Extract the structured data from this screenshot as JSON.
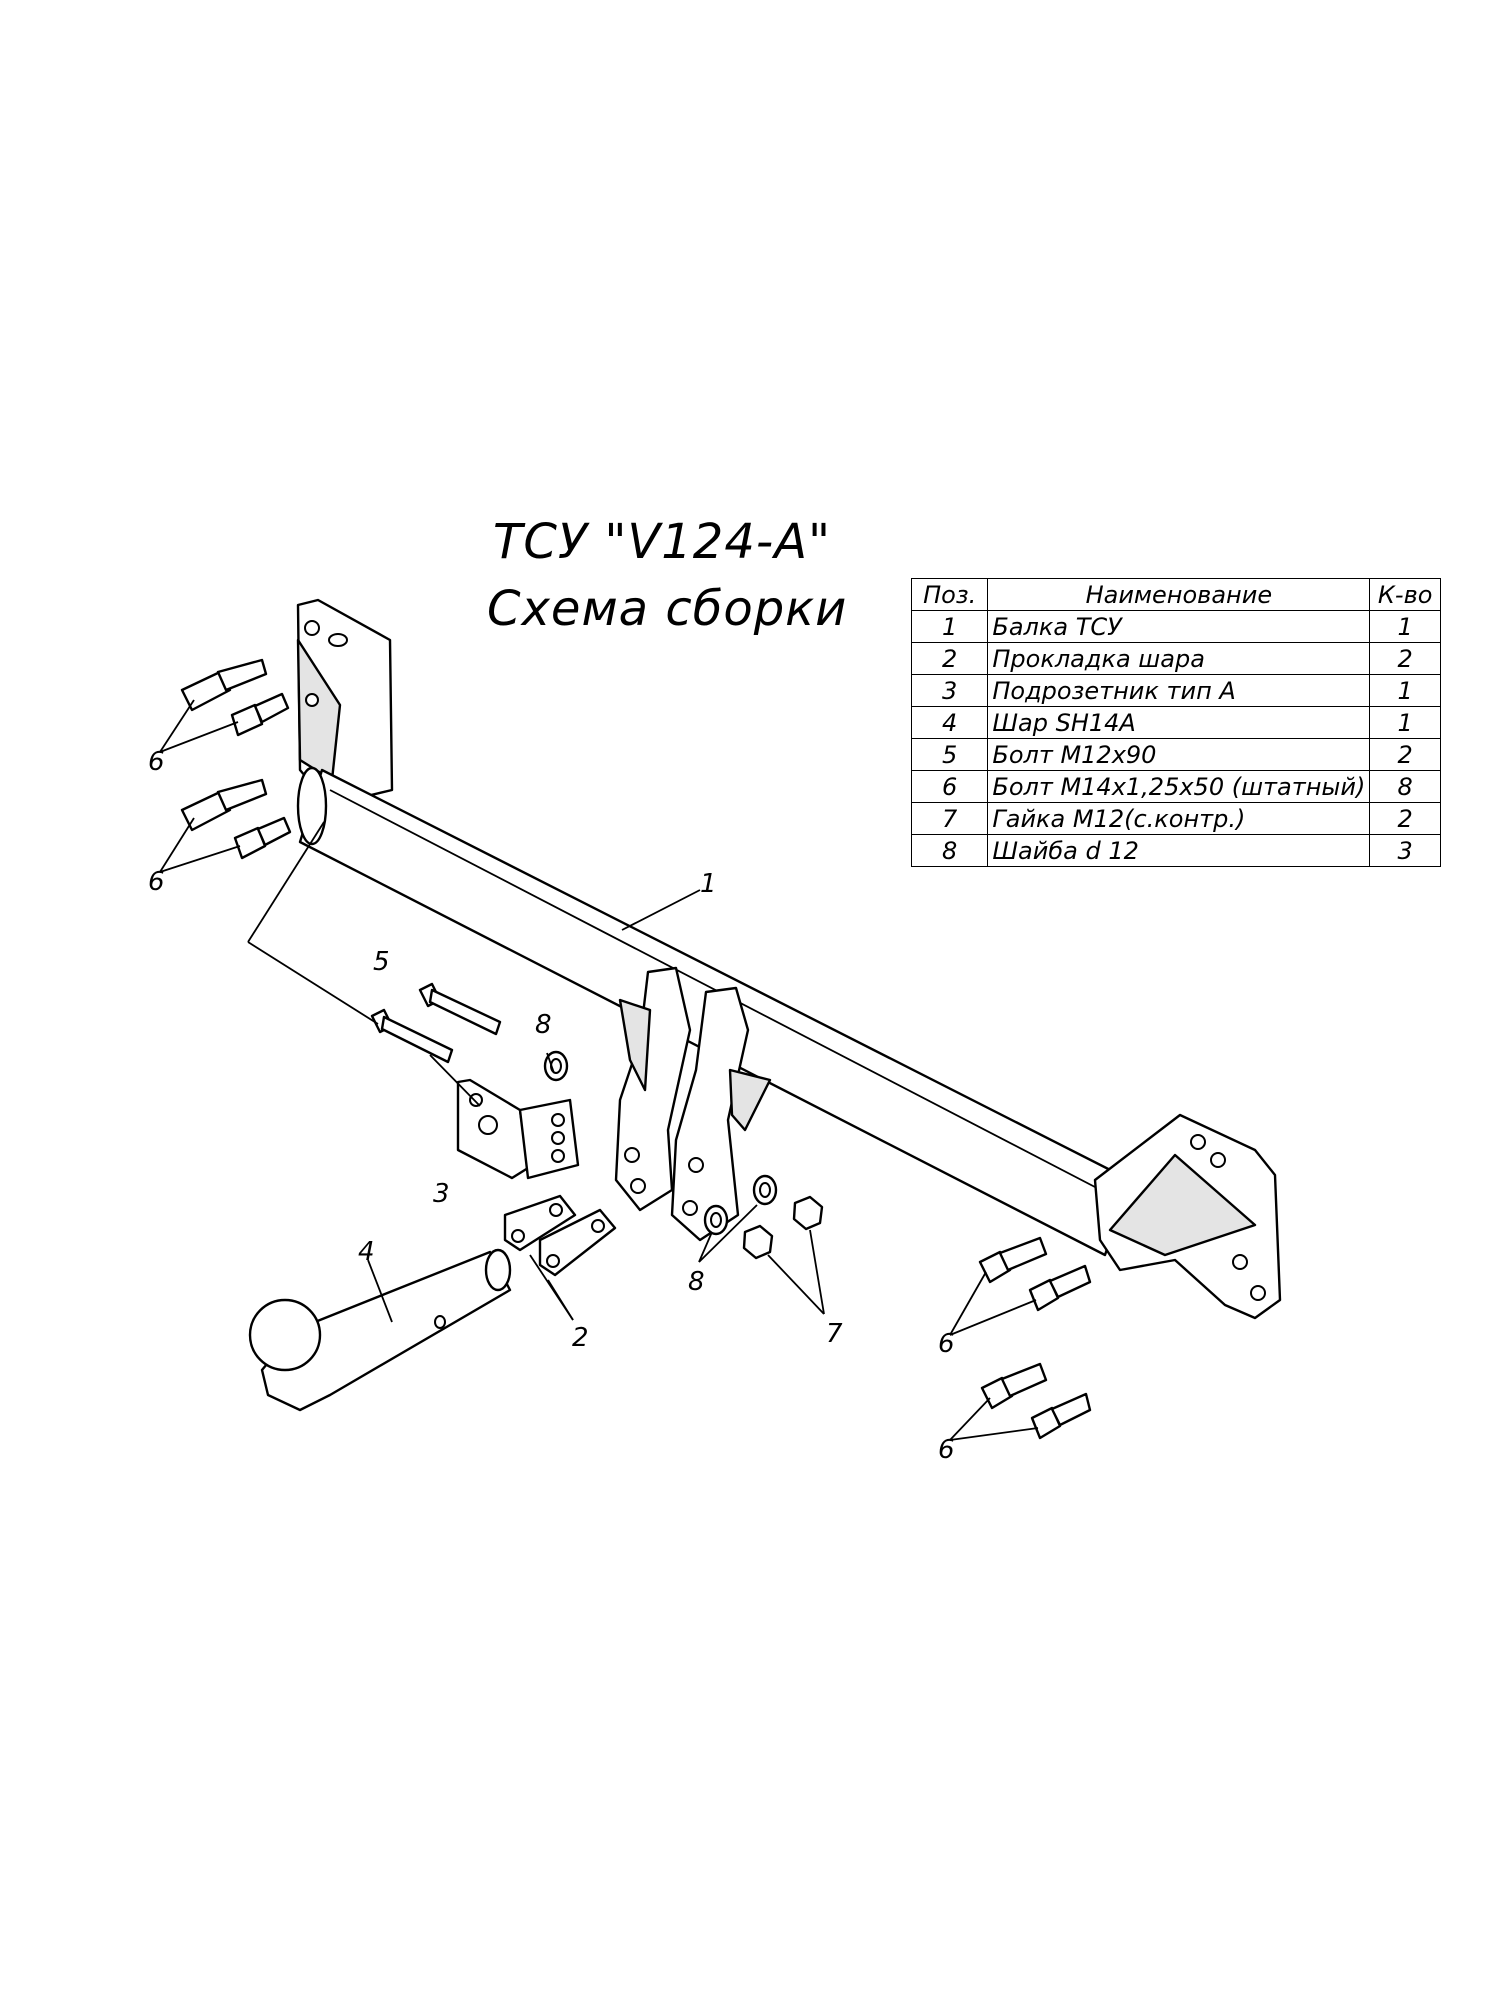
{
  "title": {
    "line1": "ТСУ \"V124-A\"",
    "line2": "Схема сборки"
  },
  "table": {
    "headers": {
      "pos": "Поз.",
      "name": "Наименование",
      "qty": "К-во"
    },
    "rows": [
      {
        "pos": "1",
        "name": "Балка ТСУ",
        "qty": "1"
      },
      {
        "pos": "2",
        "name": "Прокладка шара",
        "qty": "2"
      },
      {
        "pos": "3",
        "name": "Подрозетник тип А",
        "qty": "1"
      },
      {
        "pos": "4",
        "name": "Шар SH14A",
        "qty": "1"
      },
      {
        "pos": "5",
        "name": "Болт М12х90",
        "qty": "2"
      },
      {
        "pos": "6",
        "name": "Болт М14х1,25х50 (штатный)",
        "qty": "8"
      },
      {
        "pos": "7",
        "name": "Гайка М12(с.контр.)",
        "qty": "2"
      },
      {
        "pos": "8",
        "name": "Шайба d 12",
        "qty": "3"
      }
    ]
  },
  "callouts": {
    "beam": "1",
    "spacers": "2",
    "socket_plate": "3",
    "ball": "4",
    "bolts_m12": "5",
    "bolts_m14_top": "6",
    "bolts_m14_mid": "6",
    "bolts_m14_right_top": "6",
    "bolts_m14_right_bottom": "6",
    "nuts": "7",
    "washer_top": "8",
    "washers_bottom": "8"
  }
}
